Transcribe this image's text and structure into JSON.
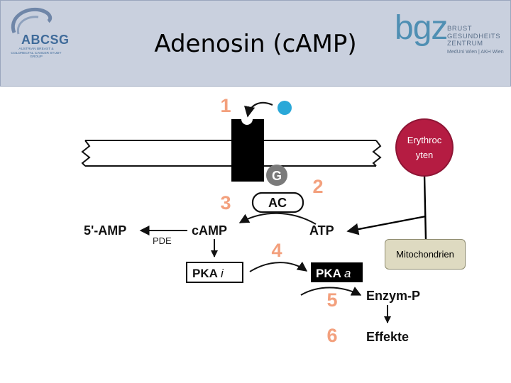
{
  "header": {
    "title": "Adenosin (cAMP)",
    "logo_left": {
      "name": "ABCSG",
      "subtitle": "AUSTRIAN BREAST & COLORECTAL CANCER STUDY GROUP"
    },
    "logo_right": {
      "name": "bgz",
      "lines": [
        "BRUST",
        "GESUNDHEITS",
        "ZENTRUM"
      ],
      "subtitle": "MedUni Wien | AKH Wien"
    }
  },
  "diagram": {
    "steps": [
      "1",
      "2",
      "3",
      "4",
      "5",
      "6"
    ],
    "receptor_g": "G",
    "enzyme_ac": "AC",
    "molecules": {
      "five_amp": "5'-AMP",
      "camp": "cAMP",
      "atp": "ATP",
      "pde": "PDE",
      "pka_i_main": "PKA",
      "pka_i_suffix": "i",
      "pka_a_main": "PKA",
      "pka_a_suffix": "a",
      "enzym_p": "Enzym-P",
      "effekte": "Effekte"
    },
    "erythrocyte": "Erythrocyten",
    "mitochondrien": "Mitochondrien"
  },
  "colors": {
    "header_bg": "#c9d0de",
    "step_numbers": "#f3a07d",
    "ligand": "#2aa8d8",
    "erythrocyte": "#b51c42",
    "mitochondrien": "#dedac1"
  }
}
